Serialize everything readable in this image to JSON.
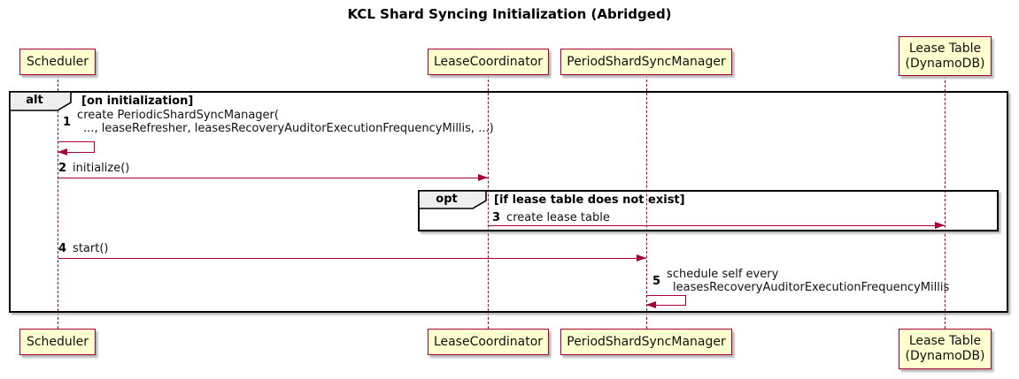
{
  "title": "KCL Shard Syncing Initialization (Abridged)",
  "participants": {
    "scheduler": {
      "label": "Scheduler"
    },
    "lease_coordinator": {
      "label": "LeaseCoordinator"
    },
    "period_shard_sync_manager": {
      "label": "PeriodShardSyncManager"
    },
    "lease_table": {
      "label": "Lease Table",
      "sublabel": "(DynamoDB)"
    }
  },
  "frames": {
    "alt": {
      "label": "alt",
      "condition": "[on initialization]"
    },
    "opt": {
      "label": "opt",
      "condition": "[if lease table does not exist]"
    }
  },
  "messages": {
    "m1": {
      "num": "1",
      "line1": "create PeriodicShardSyncManager(",
      "line2": "..., leaseRefresher, leasesRecoveryAuditorExecutionFrequencyMillis, ...)"
    },
    "m2": {
      "num": "2",
      "text": "initialize()"
    },
    "m3": {
      "num": "3",
      "text": "create lease table"
    },
    "m4": {
      "num": "4",
      "text": "start()"
    },
    "m5": {
      "num": "5",
      "line1": "schedule self every",
      "line2": "leasesRecoveryAuditorExecutionFrequencyMillis"
    }
  },
  "colors": {
    "participant_fill": "#FEFECE",
    "accent": "#A80036",
    "frame_border": "#000000",
    "pentagon_fill": "#EEEEEE",
    "background": "#FFFFFF"
  }
}
